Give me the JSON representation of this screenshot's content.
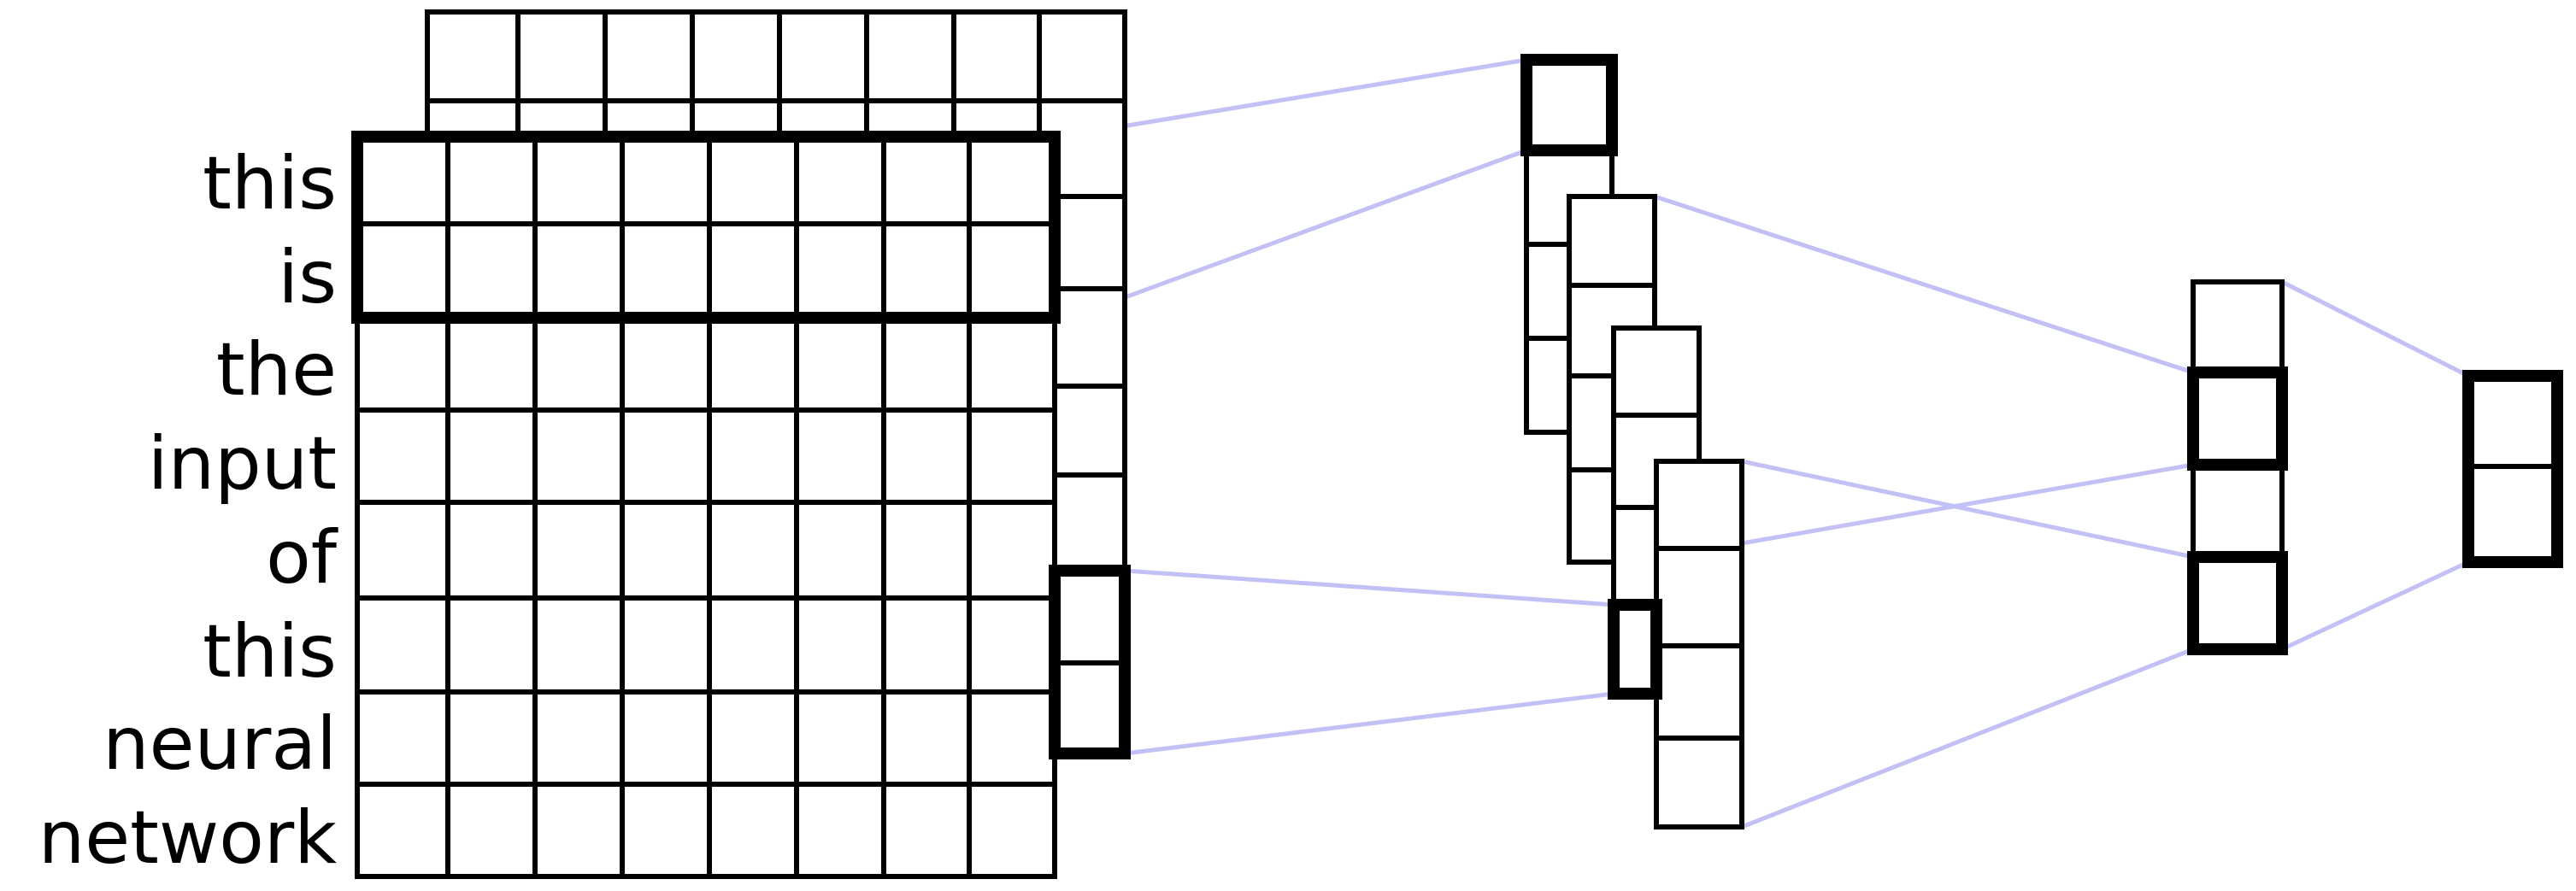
{
  "words": [
    "this",
    "is",
    "the",
    "input",
    "of",
    "this",
    "neural",
    "network"
  ],
  "colors": {
    "grid": "#000000",
    "connection": "#c3c0f5"
  }
}
